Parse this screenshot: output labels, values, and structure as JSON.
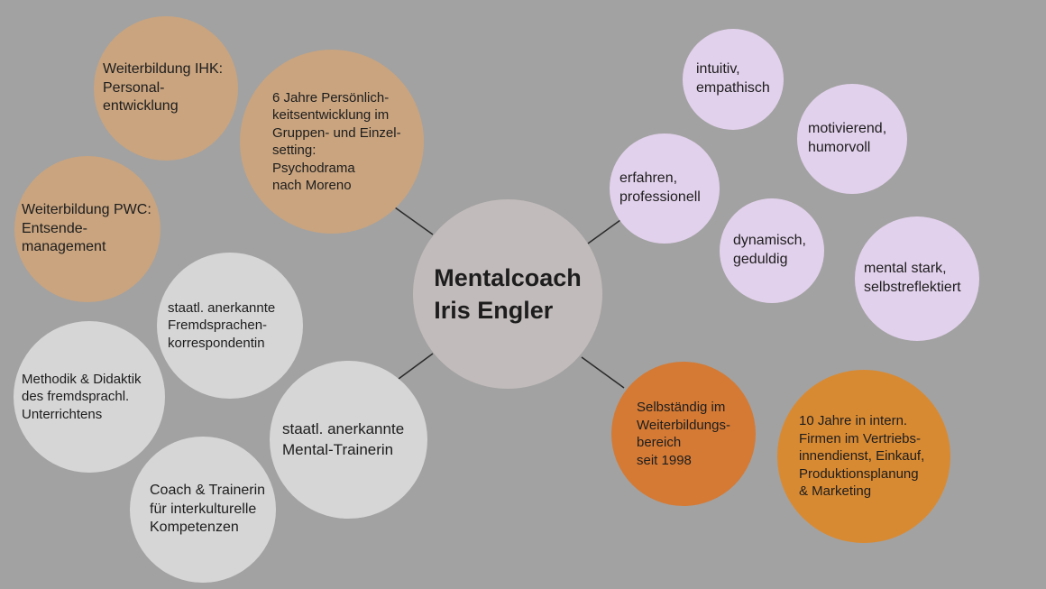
{
  "diagram": {
    "center": {
      "line1": "Mentalcoach",
      "line2": "Iris Engler"
    },
    "bubbles": {
      "weiterbildung_ihk": "Weiterbildung IHK:\nPersonal-\nentwicklung",
      "psychodrama": "6 Jahre Persönlich-\nkeitsentwicklung im\nGruppen- und Einzel-\nsetting:\nPsychodrama\nnach Moreno",
      "weiterbildung_pwc": "Weiterbildung PWC:\nEntsende-\nmanagement",
      "fremdsprachen": "staatl. anerkannte\nFremdsprachen-\nkorrespondentin",
      "methodik": "Methodik & Didaktik\ndes fremdsprachl.\nUnterrichtens",
      "mental_trainerin": "staatl. anerkannte\nMental-Trainerin",
      "coach_trainerin": "Coach & Trainerin\nfür interkulturelle\nKompetenzen",
      "intuitiv": "intuitiv,\nempathisch",
      "motivierend": "motivierend,\nhumorvoll",
      "erfahren": "erfahren,\nprofessionell",
      "dynamisch": "dynamisch,\ngeduldig",
      "mental_stark": "mental stark,\nselbstreflektiert",
      "selbstaendig": "Selbständig im\nWeiterbildungs-\nbereich\nseit 1998",
      "zehn_jahre": "10 Jahre in intern.\nFirmen im Vertriebs-\ninnendienst, Einkauf,\nProduktionsplanung\n& Marketing"
    },
    "colors": {
      "background": "#a2a2a2",
      "center": "#c2bbbb",
      "tan": "#c9a47f",
      "light_gray": "#d6d6d6",
      "lavender": "#e2d1ec",
      "orange": "#d47a35",
      "orange_light": "#d88a33",
      "connector": "#2a2a2a"
    }
  }
}
